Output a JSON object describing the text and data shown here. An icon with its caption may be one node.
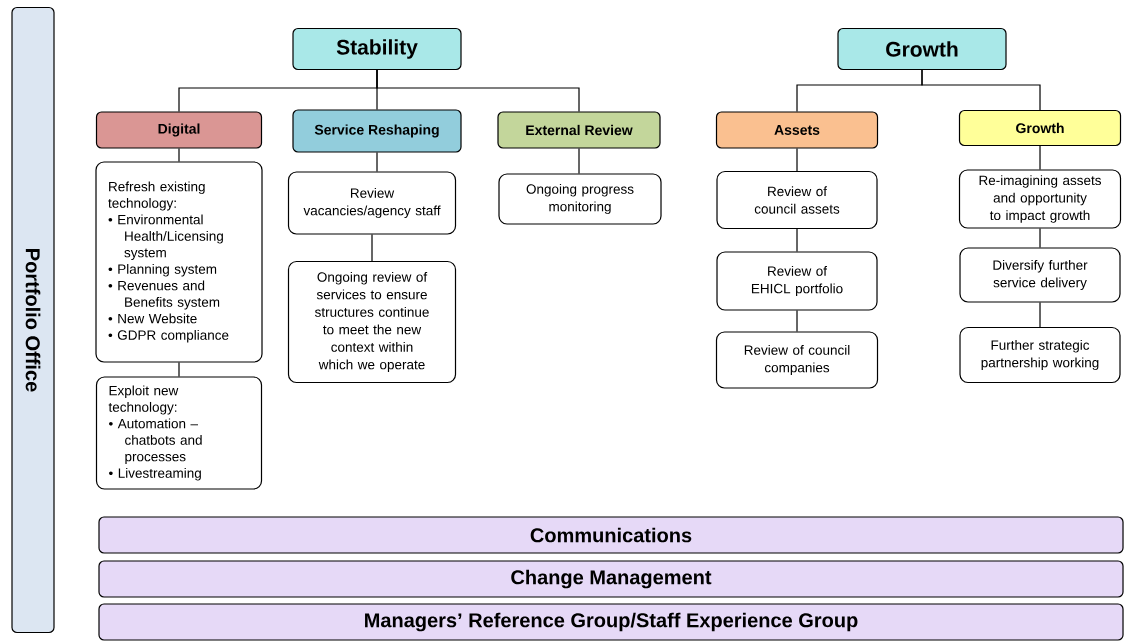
{
  "diagram": {
    "nodes": [
      {
        "text": [
          "Portfolio Office"
        ]
      },
      {
        "text": [
          "Stability"
        ]
      },
      {
        "text": [
          "Growth"
        ]
      },
      {
        "text": [
          "Digital"
        ]
      },
      {
        "text": [
          "Service Reshaping"
        ]
      },
      {
        "text": [
          "External Review"
        ]
      },
      {
        "text": [
          "Assets"
        ]
      },
      {
        "text": [
          "Growth"
        ]
      },
      {
        "text": [
          "Refresh existing technology:",
          "• Environmental Health/Licensing system",
          "• Planning system",
          "• Revenues and Benefits system",
          "• New Website",
          "• GDPR compliance"
        ]
      },
      {
        "text": [
          "Exploit new technology:",
          "• Automation – chatbots and processes",
          "• Livestreaming"
        ]
      },
      {
        "text": [
          "Review vacancies/agency staff"
        ]
      },
      {
        "text": [
          "Ongoing review of services to ensure structures continue to meet the new context within which we operate"
        ]
      },
      {
        "text": [
          "Ongoing progress monitoring"
        ]
      },
      {
        "text": [
          "Review of council assets"
        ]
      },
      {
        "text": [
          "Review of EHICL portfolio"
        ]
      },
      {
        "text": [
          "Review of council companies"
        ]
      },
      {
        "text": [
          "Re-imagining assets and opportunity to impact growth"
        ]
      },
      {
        "text": [
          "Diversify further service delivery"
        ]
      },
      {
        "text": [
          "Further strategic partnership working"
        ]
      },
      {
        "text": [
          "Communications"
        ]
      },
      {
        "text": [
          "Change Management"
        ]
      },
      {
        "text": [
          "Managers’ Reference Group/Staff Experience Group"
        ]
      }
    ],
    "edges": [
      {
        "from": 1,
        "to": 3,
        "arrow": "none"
      },
      {
        "from": 1,
        "to": 4,
        "arrow": "none"
      },
      {
        "from": 1,
        "to": 5,
        "arrow": "none"
      },
      {
        "from": 2,
        "to": 6,
        "arrow": "none"
      },
      {
        "from": 2,
        "to": 7,
        "arrow": "none"
      },
      {
        "from": 3,
        "to": 8,
        "arrow": "none"
      },
      {
        "from": 8,
        "to": 9,
        "arrow": "none"
      },
      {
        "from": 4,
        "to": 10,
        "arrow": "none"
      },
      {
        "from": 10,
        "to": 11,
        "arrow": "none"
      },
      {
        "from": 5,
        "to": 12,
        "arrow": "none"
      },
      {
        "from": 6,
        "to": 13,
        "arrow": "none"
      },
      {
        "from": 13,
        "to": 14,
        "arrow": "none"
      },
      {
        "from": 14,
        "to": 15,
        "arrow": "none"
      },
      {
        "from": 7,
        "to": 16,
        "arrow": "none"
      },
      {
        "from": 16,
        "to": 17,
        "arrow": "none"
      },
      {
        "from": 17,
        "to": 18,
        "arrow": "none"
      }
    ]
  }
}
